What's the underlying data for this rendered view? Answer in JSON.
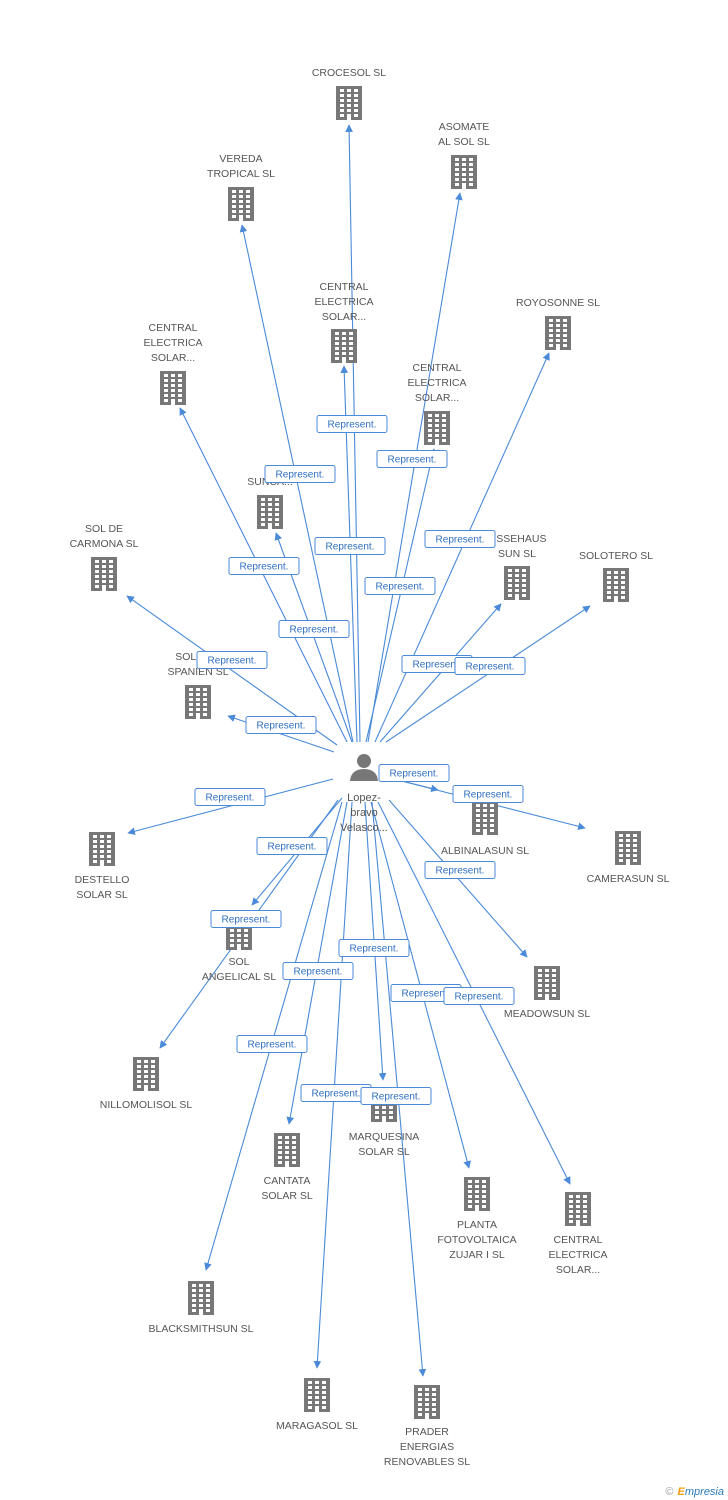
{
  "center": {
    "label": [
      "Lopez-",
      "bravo",
      "Velasco..."
    ],
    "icon": "person-icon"
  },
  "edge_label": "Represent.",
  "nodes": [
    {
      "id": "crocesol",
      "label": [
        "CROCESOL SL"
      ]
    },
    {
      "id": "asomate",
      "label": [
        "ASOMATE",
        "AL SOL SL"
      ]
    },
    {
      "id": "vereda",
      "label": [
        "VEREDA",
        "TROPICAL SL"
      ]
    },
    {
      "id": "central1",
      "label": [
        "CENTRAL",
        "ELECTRICA",
        "SOLAR..."
      ]
    },
    {
      "id": "royosonne",
      "label": [
        "ROYOSONNE SL"
      ]
    },
    {
      "id": "central2",
      "label": [
        "CENTRAL",
        "ELECTRICA",
        "SOLAR..."
      ]
    },
    {
      "id": "central3",
      "label": [
        "CENTRAL",
        "ELECTRICA",
        "SOLAR..."
      ]
    },
    {
      "id": "sunca",
      "label": [
        "SUNCA..."
      ]
    },
    {
      "id": "sol-carmona",
      "label": [
        "SOL DE",
        "CARMONA SL"
      ]
    },
    {
      "id": "ssehaus",
      "label": [
        "...SSEHAUS",
        "SUN SL"
      ]
    },
    {
      "id": "solotero",
      "label": [
        "SOLOTERO SL"
      ]
    },
    {
      "id": "solem",
      "label": [
        "SOLEM...",
        "SPANIEN SL"
      ]
    },
    {
      "id": "albinalasun",
      "label": [
        "ALBINALASUN SL"
      ]
    },
    {
      "id": "camerasun",
      "label": [
        "CAMERASUN SL"
      ]
    },
    {
      "id": "destello",
      "label": [
        "DESTELLO",
        "SOLAR SL"
      ]
    },
    {
      "id": "angelical",
      "label": [
        "SOL",
        "ANGELICAL SL"
      ]
    },
    {
      "id": "meadowsun",
      "label": [
        "MEADOWSUN SL"
      ]
    },
    {
      "id": "nillomolisol",
      "label": [
        "NILLOMOLISOL SL"
      ]
    },
    {
      "id": "marquesina",
      "label": [
        "MARQUESINA",
        "SOLAR SL"
      ]
    },
    {
      "id": "cantata",
      "label": [
        "CANTATA",
        "SOLAR SL"
      ]
    },
    {
      "id": "planta",
      "label": [
        "PLANTA",
        "FOTOVOLTAICA",
        "ZUJAR I SL"
      ]
    },
    {
      "id": "central4",
      "label": [
        "CENTRAL",
        "ELECTRICA",
        "SOLAR..."
      ]
    },
    {
      "id": "blacksmithsun",
      "label": [
        "BLACKSMITHSUN SL"
      ]
    },
    {
      "id": "maragasol",
      "label": [
        "MARAGASOL SL"
      ]
    },
    {
      "id": "prader",
      "label": [
        "PRADER",
        "ENERGIAS",
        "RENOVABLES SL"
      ]
    }
  ],
  "footer": {
    "copyright": "©",
    "brand_e": "E",
    "brand_rest": "mpresia"
  },
  "colors": {
    "edge": "#4a8ad8",
    "icon": "#777777"
  }
}
